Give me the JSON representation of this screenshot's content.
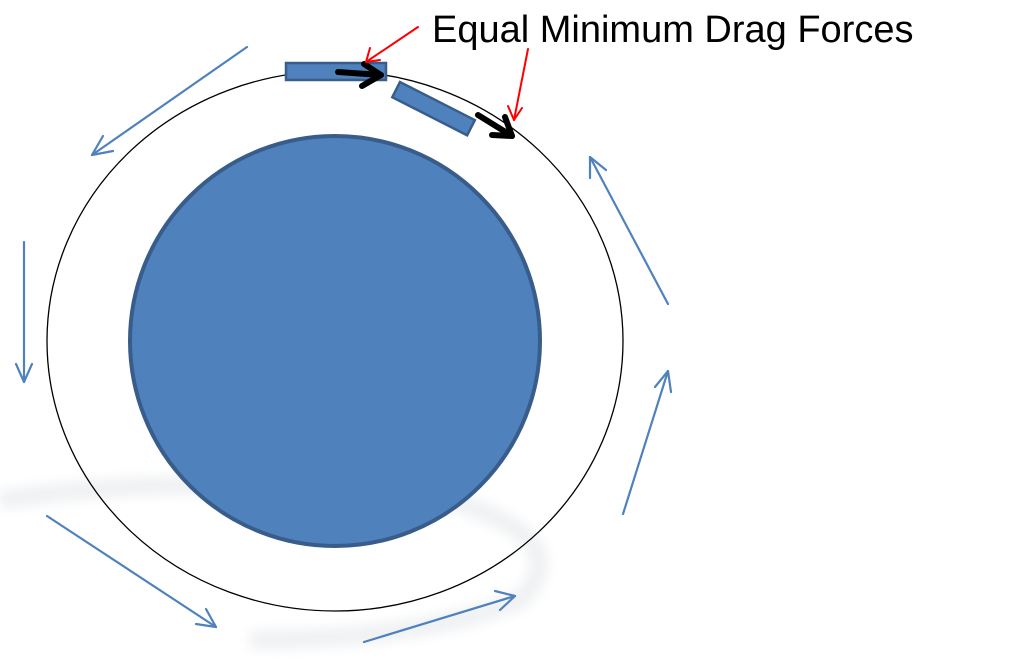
{
  "annotation": {
    "text": "Equal Minimum Drag Forces",
    "pointer_color": "#ff0000"
  },
  "colors": {
    "body_fill": "#4f81bd",
    "body_stroke": "#385d8a",
    "orbit_stroke": "#000000",
    "flow_arrow": "#4f81bd",
    "force_arrow": "#000000"
  },
  "elements": {
    "central_body": "large blue circle",
    "orbit": "thin black circular orbit",
    "objects": [
      "orbiting object 1",
      "orbiting object 2"
    ],
    "flow_arrows": "counter-clockwise flow arrows around the orbit"
  }
}
